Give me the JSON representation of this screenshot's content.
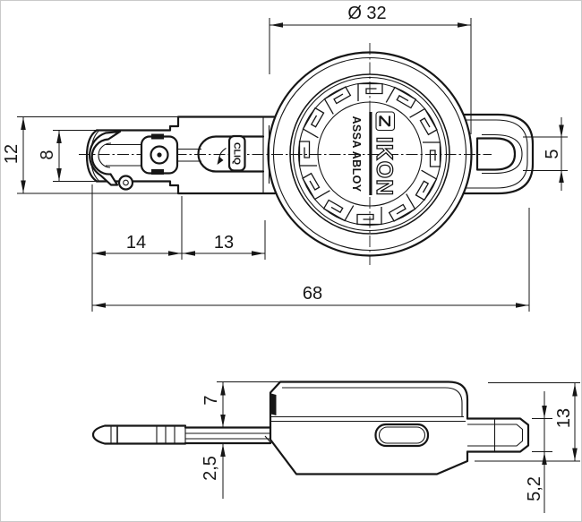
{
  "drawing": {
    "dims": {
      "diameter": "Ø 32",
      "housing_height": "12",
      "blade_height": "8",
      "eyelet_slot": "5",
      "tip_length": "14",
      "neck_length": "13",
      "total_length": "68",
      "head_above_blade": "7",
      "blade_thickness": "2,5",
      "head_thickness": "13",
      "eyelet_thickness": "5,2"
    },
    "branding": {
      "manufacturer": "IKON",
      "group": "ASSA ABLOY",
      "system": "CLIQ"
    },
    "colors": {
      "line": "#161616",
      "background": "#ffffff"
    }
  }
}
